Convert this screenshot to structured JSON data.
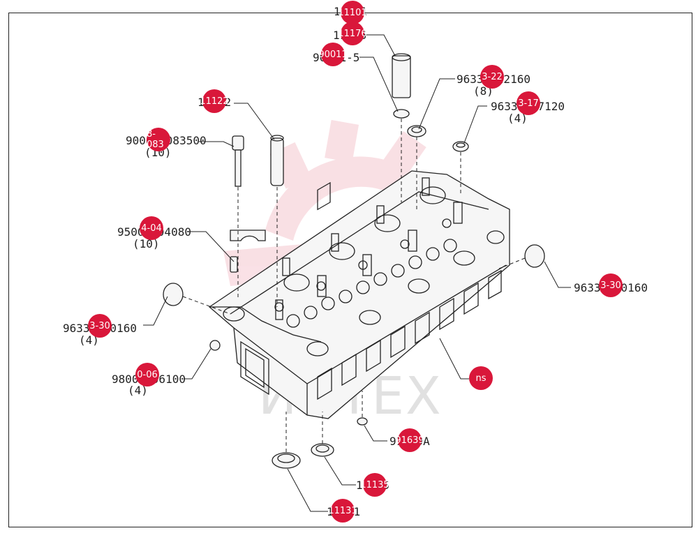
{
  "diagram": {
    "watermark": "ИНТЕХ",
    "labels": [
      {
        "id": "a1",
        "text": "11101"
      },
      {
        "id": "a2",
        "text": "11176"
      },
      {
        "id": "a3",
        "text": "90011-5"
      },
      {
        "id": "a4",
        "text": "96333-22160",
        "qty": "(8)"
      },
      {
        "id": "a5",
        "text": "96333-17120",
        "qty": "(4)"
      },
      {
        "id": "a6",
        "text": "11122"
      },
      {
        "id": "a7",
        "text": "90068-083500",
        "qty": "(10)"
      },
      {
        "id": "a8",
        "text": "95004-04080",
        "qty": "(10)"
      },
      {
        "id": "a9",
        "text": "96333-30160"
      },
      {
        "id": "a10",
        "text": "96333-30160",
        "qty": "(4)"
      },
      {
        "id": "a11",
        "text": "98000-06100",
        "qty": "(4)"
      },
      {
        "id": "a12",
        "text": "91639A"
      },
      {
        "id": "a13",
        "text": "11135"
      },
      {
        "id": "a14",
        "text": "11131"
      }
    ],
    "badges": [
      {
        "id": "b1",
        "text": "11101"
      },
      {
        "id": "b2",
        "text": "11176"
      },
      {
        "id": "b3",
        "text": "90011"
      },
      {
        "id": "b4",
        "text": "3-22"
      },
      {
        "id": "b5",
        "text": "3-17"
      },
      {
        "id": "b6",
        "text": "11122"
      },
      {
        "id": "b7",
        "text": "8-083"
      },
      {
        "id": "b8",
        "text": "4-04"
      },
      {
        "id": "b9",
        "text": "3-30"
      },
      {
        "id": "b10",
        "text": "3-30"
      },
      {
        "id": "b11",
        "text": "0-06"
      },
      {
        "id": "b12",
        "text": "ns"
      },
      {
        "id": "b13",
        "text": "91639"
      },
      {
        "id": "b14",
        "text": "11135"
      },
      {
        "id": "b15",
        "text": "11131"
      }
    ]
  }
}
